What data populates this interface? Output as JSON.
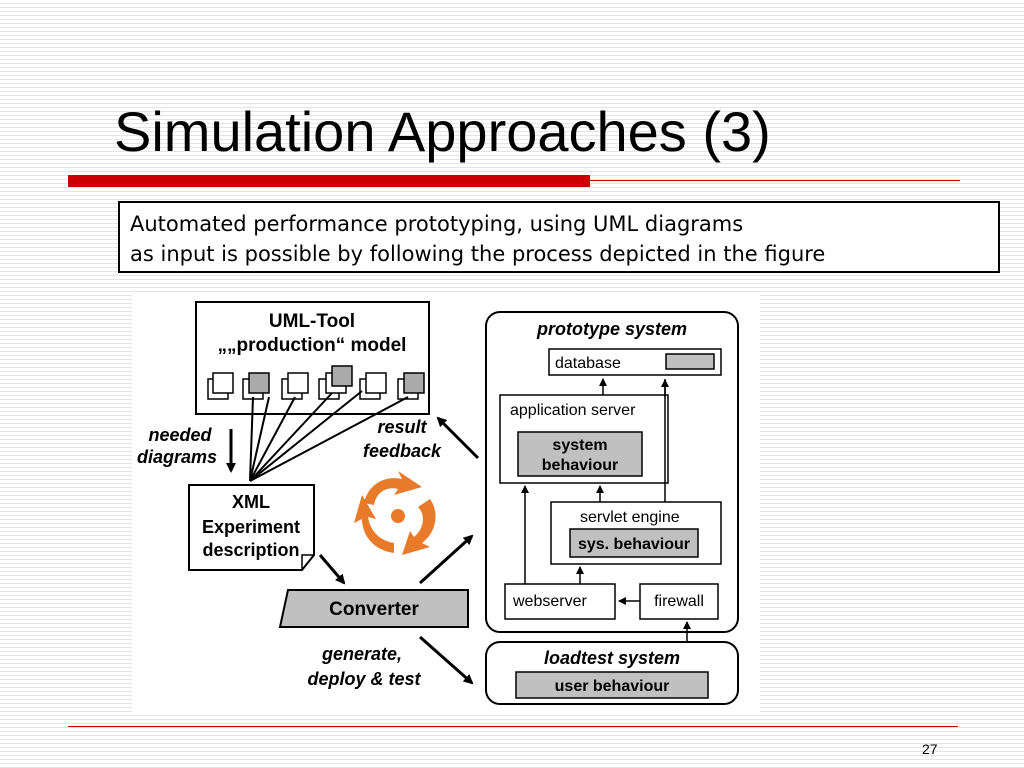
{
  "slide": {
    "title": "Simulation Approaches (3)",
    "textbox": {
      "line1": "Automated performance prototyping, using UML diagrams",
      "line2": "as input is possible  by following the process depicted in the figure"
    },
    "page_number": "27"
  },
  "figure": {
    "uml_tool": {
      "line1": "UML-Tool",
      "line2": "„„production“ model"
    },
    "needed_diagrams": {
      "line1": "needed",
      "line2": "diagrams"
    },
    "result_feedback": {
      "line1": "result",
      "line2": "feedback"
    },
    "xml": {
      "line1": "XML",
      "line2": "Experiment",
      "line3": "description"
    },
    "converter": "Converter",
    "generate": {
      "line1": "generate,",
      "line2": "deploy & test"
    },
    "prototype_system": "prototype system",
    "database": "database",
    "application_server": "application server",
    "system_behaviour": {
      "line1": "system",
      "line2": "behaviour"
    },
    "servlet_engine": "servlet engine",
    "sys_behaviour": "sys. behaviour",
    "webserver": "webserver",
    "firewall": "firewall",
    "loadtest_system": "loadtest system",
    "user_behaviour": "user behaviour",
    "colors": {
      "box_fill": "#c0c0c0",
      "recycle_icon": "#e87a2a"
    }
  }
}
